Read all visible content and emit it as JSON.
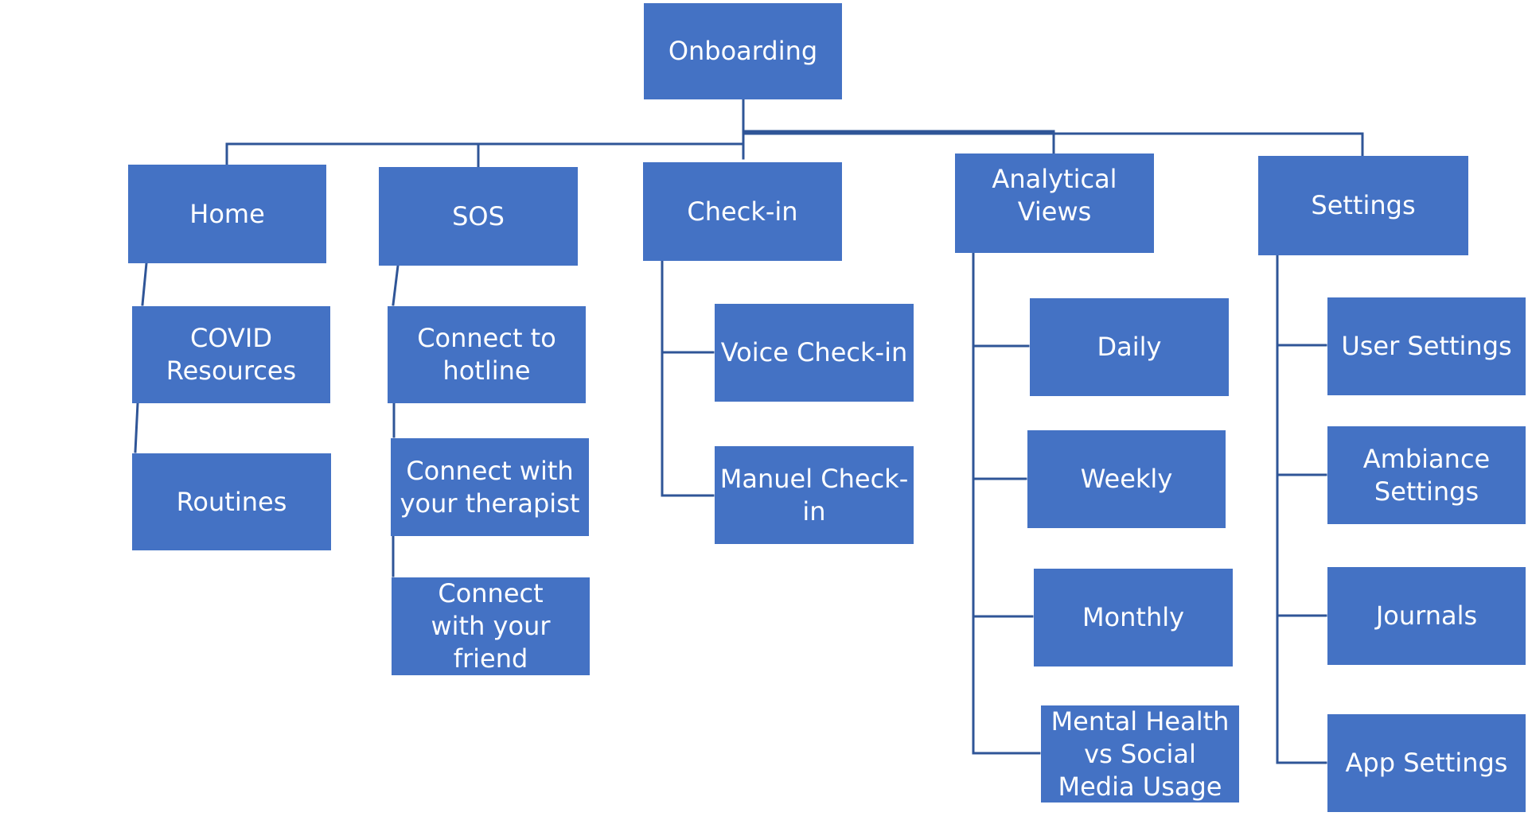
{
  "diagram": {
    "type": "hierarchy",
    "colors": {
      "node_fill": "#4472c4",
      "node_text": "#ffffff",
      "connector": "#2f5597",
      "background": "#ffffff"
    },
    "root": {
      "label": "Onboarding"
    },
    "sections": [
      {
        "label": "Home",
        "children": [
          "COVID Resources",
          "Routines"
        ]
      },
      {
        "label": "SOS",
        "children": [
          "Connect to hotline",
          "Connect with your therapist",
          "Connect with your friend"
        ]
      },
      {
        "label": "Check-in",
        "children": [
          "Voice Check-in",
          "Manuel Check-in"
        ]
      },
      {
        "label": "Analytical Views",
        "children": [
          "Daily",
          "Weekly",
          "Monthly",
          "Mental Health vs Social Media Usage"
        ]
      },
      {
        "label": "Settings",
        "children": [
          "User Settings",
          "Ambiance Settings",
          "Journals",
          "App Settings"
        ]
      }
    ]
  }
}
